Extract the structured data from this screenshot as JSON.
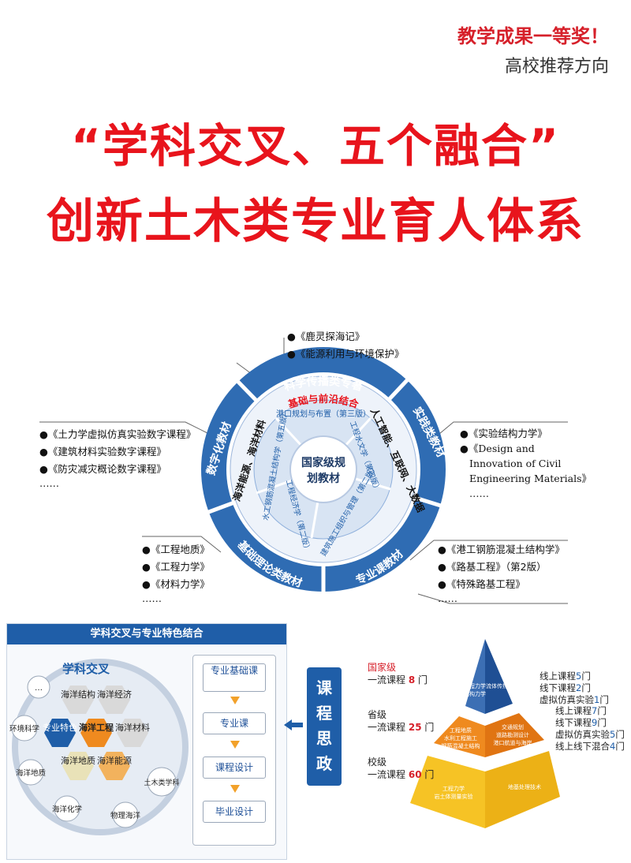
{
  "header": {
    "tag1": "教学成果一等奖！",
    "tag2": "高校推荐方向",
    "title1": "“学科交叉、五个融合”",
    "title2": "创新土木类专业育人体系"
  },
  "ring": {
    "center": [
      "国家级规",
      "划教材"
    ],
    "outer": {
      "top": "科学传播类专著",
      "right": "实践类教材",
      "bottom_right": "专业课教材",
      "bottom_left": "基础理论类教材",
      "left": "数字化教材"
    },
    "middle": {
      "top": "基础与前沿结合",
      "right": "人工智能、互联网、大数据",
      "left": "海洋能源、海洋材料"
    },
    "inner": {
      "top": "港口规划与布置（第三版）",
      "right": "工程水文学（第四版）",
      "bottom_right": "建筑施工组织与管理（第二版）",
      "bottom": "工程经济学（第二版）",
      "left": "水工钢筋混凝土结构学（第五版）"
    },
    "lists": {
      "top": [
        "●《鹿灵探海记》",
        "●《能源利用与环境保护》"
      ],
      "left": [
        "●《土力学虚拟仿真实验数字课程》",
        "●《建筑材料实验数字课程》",
        "●《防灾减灾概论数字课程》",
        "……"
      ],
      "right": [
        "●《实验结构力学》",
        "●《Design and",
        "Innovation of Civil",
        "Engineering Materials》",
        "……"
      ],
      "bottom_left": [
        "●《工程地质》",
        "●《工程力学》",
        "●《材料力学》",
        "……"
      ],
      "bottom_right": [
        "●《港工钢筋混凝土结构学》",
        "●《路基工程》（第2版）",
        "●《特殊路基工程》",
        "……"
      ]
    }
  },
  "panel_left": {
    "header": "学科交叉与专业特色结合",
    "circle_title": "学科交叉",
    "hexes": [
      "海洋结构",
      "海洋经济",
      "专业特色",
      "海洋工程",
      "海洋材料",
      "海洋地质",
      "海洋能源"
    ],
    "outer_nodes": [
      "…",
      "环境科学",
      "海洋地质",
      "海洋化学",
      "物理海洋",
      "土木类学科"
    ],
    "flow": [
      "专业基础课",
      "专业课",
      "课程设计",
      "毕业设计"
    ],
    "ideology": "课程思政"
  },
  "pyramid": {
    "levels": [
      {
        "label": "国家级",
        "sub": "一流课程",
        "count": "8",
        "unit": "门"
      },
      {
        "label": "省级",
        "sub": "一流课程",
        "count": "25",
        "unit": "门"
      },
      {
        "label": "校级",
        "sub": "一流课程",
        "count": "60",
        "unit": "门"
      }
    ],
    "top_notes": [
      [
        "线上课程",
        "5",
        "门"
      ],
      [
        "线下课程",
        "2",
        "门"
      ],
      [
        "虚拟仿真实验",
        "1",
        "门"
      ]
    ],
    "mid_notes": [
      [
        "线上课程",
        "7",
        "门"
      ],
      [
        "线下课程",
        "9",
        "门"
      ],
      [
        "虚拟仿真实验",
        "5",
        "门"
      ],
      [
        "线上线下混合",
        "4",
        "门"
      ]
    ],
    "face_top": [
      "工程力学",
      "结构力学",
      "流体传热"
    ],
    "face_mid": [
      "工程地质",
      "水利工程施工",
      "钢筋混凝土结构"
    ],
    "face_mid2": [
      "交通规划",
      "道路勘测设计",
      "港口航道与海岸"
    ],
    "face_bot": [
      "工程力学",
      "岩土体测量实验"
    ],
    "face_bot2": [
      "地基处理技术"
    ]
  },
  "colors": {
    "red": "#e8141c",
    "blue": "#1f5ea8",
    "ring_light": "#e3ebf6",
    "orange": "#ef8a1f",
    "yellow": "#f6c325"
  }
}
